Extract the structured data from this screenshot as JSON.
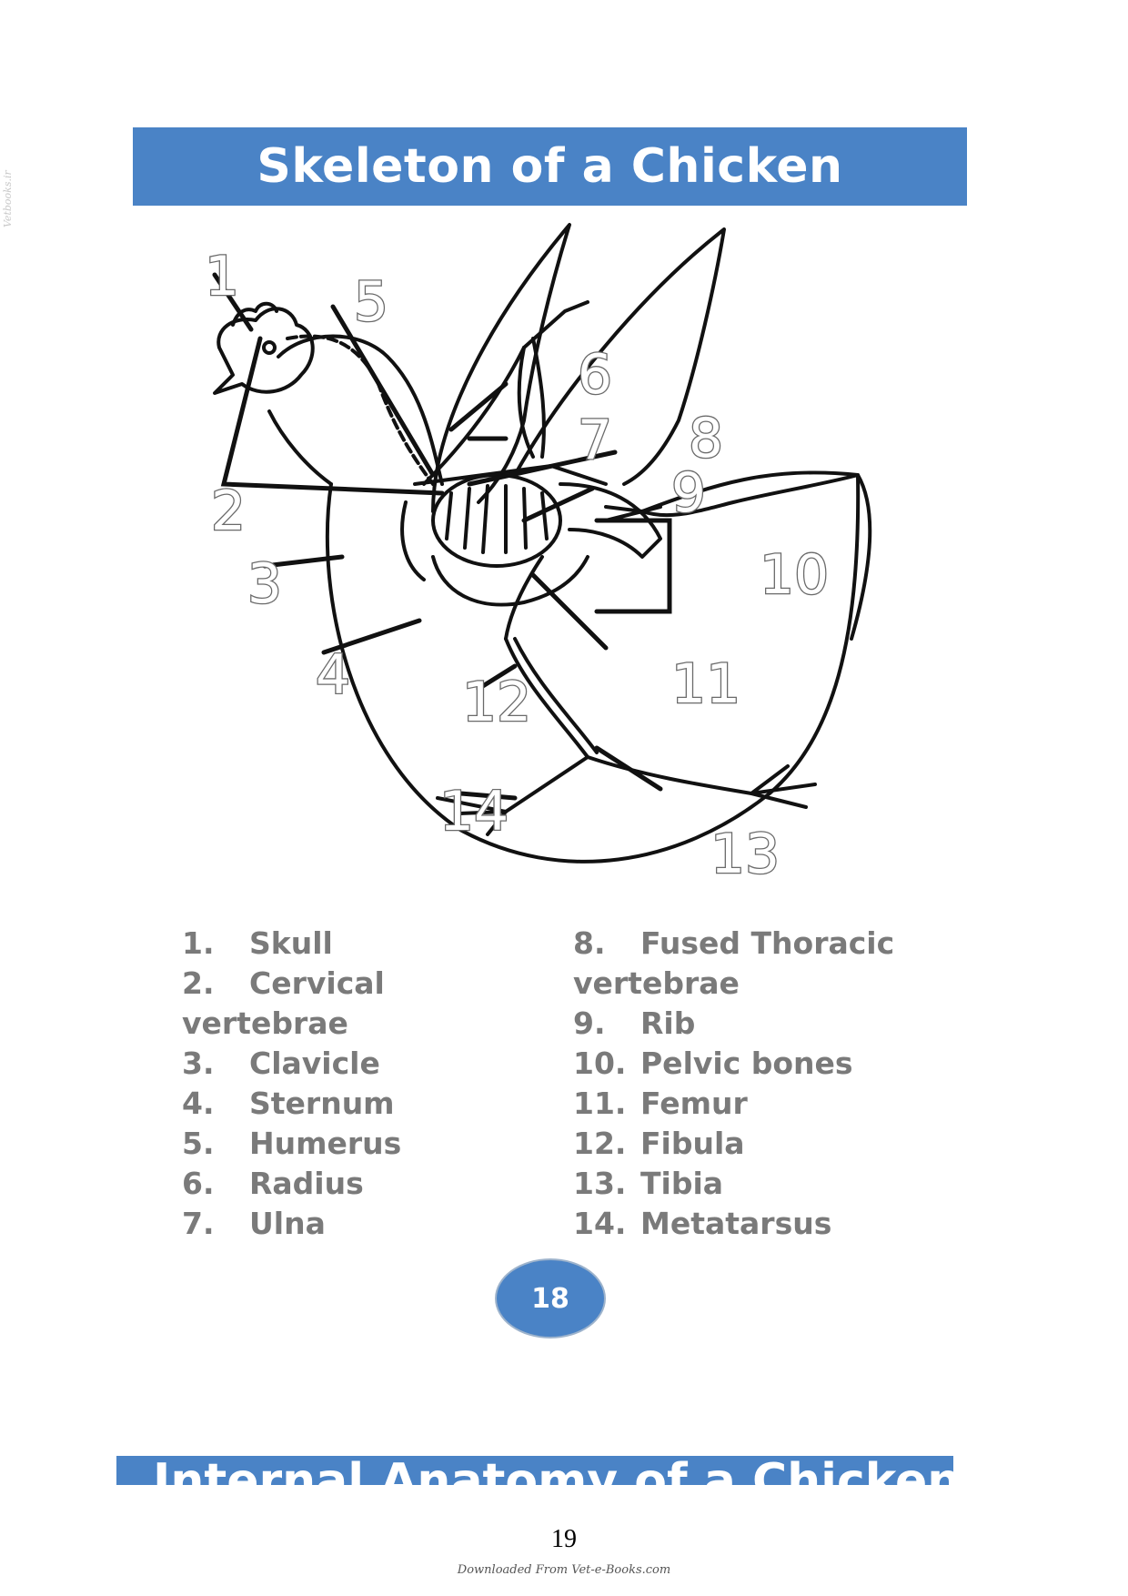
{
  "watermark": "Vetbooks.ir",
  "title": "Skeleton of a Chicken",
  "diagram": {
    "callouts": [
      "1",
      "2",
      "3",
      "4",
      "5",
      "6",
      "7",
      "8",
      "9",
      "10",
      "11",
      "12",
      "13",
      "14"
    ]
  },
  "legend": {
    "left": [
      {
        "num": "1.",
        "name": "Skull"
      },
      {
        "num": "2.",
        "name": "Cervical",
        "cont": "vertebrae"
      },
      {
        "num": "3.",
        "name": "Clavicle"
      },
      {
        "num": "4.",
        "name": "Sternum"
      },
      {
        "num": "5.",
        "name": "Humerus"
      },
      {
        "num": "6.",
        "name": "Radius"
      },
      {
        "num": "7.",
        "name": "Ulna"
      }
    ],
    "right": [
      {
        "num": "8.",
        "name": "Fused Thoracic",
        "cont": "vertebrae"
      },
      {
        "num": "9.",
        "name": "Rib"
      },
      {
        "num": "10.",
        "name": "Pelvic bones"
      },
      {
        "num": "11.",
        "name": "Femur"
      },
      {
        "num": "12.",
        "name": "Fibula"
      },
      {
        "num": "13.",
        "name": "Tibia"
      },
      {
        "num": "14.",
        "name": "Metatarsus"
      }
    ]
  },
  "book_page_badge": "18",
  "next_section_title": "Internal Anatomy of a Chicken Egg",
  "page_number": "19",
  "footer": "Downloaded From Vet-e-Books.com",
  "colors": {
    "banner": "#4a83c6",
    "legend_text": "#7a7a7a"
  }
}
